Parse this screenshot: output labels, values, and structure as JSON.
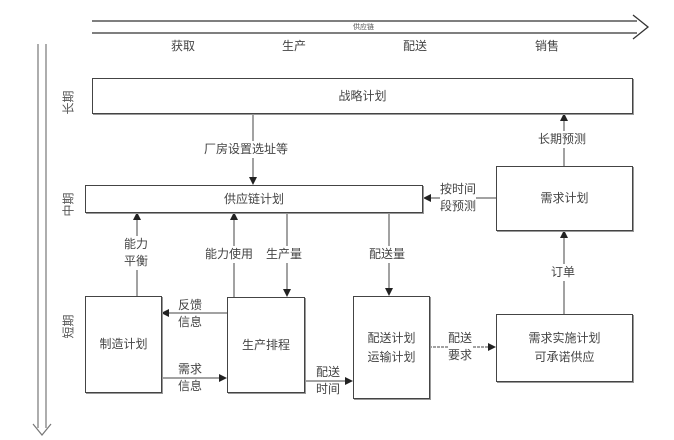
{
  "title_arrow": {
    "label": "供应链"
  },
  "stages": [
    "获取",
    "生产",
    "配送",
    "销售"
  ],
  "horizons": [
    "长期",
    "中期",
    "短期"
  ],
  "boxes": {
    "strategic": "战略计划",
    "supply_chain": "供应链计划",
    "demand": "需求计划",
    "manufacturing": "制造计划",
    "scheduling": "生产排程",
    "distribution_line1": "配送计划",
    "distribution_line2": "运输计划",
    "fulfillment_line1": "需求实施计划",
    "fulfillment_line2": "可承诺供应"
  },
  "flows": {
    "site_selection": "厂房设置选址等",
    "long_term_forecast": "长期预测",
    "period_forecast_line1": "按时间",
    "period_forecast_line2": "段预测",
    "capacity_balance_line1": "能力",
    "capacity_balance_line2": "平衡",
    "capacity_usage": "能力使用",
    "production_volume": "生产量",
    "delivery_volume": "配送量",
    "order": "订单",
    "feedback_line1": "反馈",
    "feedback_line2": "信息",
    "demand_info_line1": "需求",
    "demand_info_line2": "信息",
    "delivery_time_line1": "配送",
    "delivery_time_line2": "时间",
    "delivery_req_line1": "配送",
    "delivery_req_line2": "要求"
  }
}
